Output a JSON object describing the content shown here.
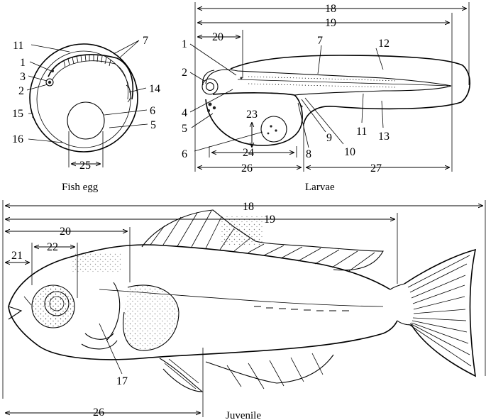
{
  "captions": {
    "egg": "Fish egg",
    "larvae": "Larvae",
    "juvenile": "Juvenile"
  },
  "egg_labels": [
    "11",
    "1",
    "3",
    "2",
    "15",
    "16",
    "7",
    "14",
    "6",
    "5",
    "25"
  ],
  "larvae_labels": [
    "18",
    "19",
    "20",
    "1",
    "2",
    "4",
    "5",
    "6",
    "7",
    "12",
    "23",
    "24",
    "26",
    "8",
    "9",
    "10",
    "11",
    "13",
    "27"
  ],
  "juvenile_labels": [
    "18",
    "19",
    "20",
    "21",
    "22",
    "17",
    "26"
  ]
}
